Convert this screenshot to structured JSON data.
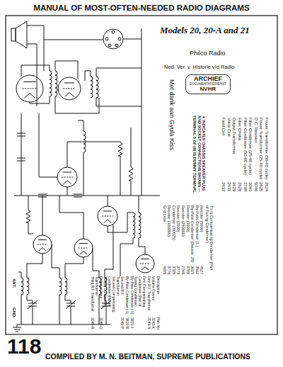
{
  "diagram": {
    "title": "MANUAL OF MOST-OFTEN-NEEDED RADIO DIAGRAMS",
    "nodes": [
      {
        "text": [
          "ARCHIEF",
          "DOCUMENTATIEDIENST",
          "NVHR"
        ]
      }
    ],
    "labels": [
      "Models 20, 20-A and 21",
      "Philco Radio",
      "Ned. Ver. v. Historie v/d Radio",
      "Met dank aan Gyula Kiss",
      "✦ INDICATES CHASSIS SPEAKER PLUG AND SOCKET CONNECTIONS SHOWN — TERMINAL 5 OF (8) IS DUMMY TERMINAL",
      "ANT.",
      "GND.",
      "118",
      "COMPILED BY M. N. BEITMAN, SUPREME PUBLICATIONS",
      "Power Transformer (50-60 cycle)",
      "2624",
      "Power Transformer (25-40 cycle)",
      "2625",
      "D.C. Resistor",
      "5046",
      "Filter Condenser (25-40 cycle)",
      "3093",
      "Filter Condenser (50-60 cycle)",
      "2798",
      "Filter Choke",
      "2628",
      "Output Transformer",
      "2629",
      "Voice Coil",
      "2631",
      "Field Coil",
      "2632",
      "Third Compensating Condenser (Part of Tuning Condenser)",
      "Resistor (5000)",
      "4527",
      "By-Pass Condenser (1.)",
      "3562",
      "By-Pass Condenser (Double .25)",
      "3615",
      "Resistor (1000)",
      "3708",
      "Resistor (250000)",
      "2769",
      "Resistor (2000)",
      "3773",
      "Condenser (.00025)",
      "3705",
      "Resistor (100000)",
      "3776",
      "Grid Leak",
      "4605",
      "Description",
      "Part No.",
      "Volume Control",
      "3043-K",
      "First R.F. Transformer",
      "3049-N",
      "First Compensating Condenser (Part of Tuning Condenser)",
      "By-Pass Condenser (.5)",
      "3615-J",
      "By-Pass Condenser (.1)",
      "3615-B",
      "Second R.F. Transformer",
      "3049-P",
      "Second Compensating Condenser (Part of Tuning Condenser)",
      "Detector Input Transformer",
      "3049-Q",
      "Third R.F. Transformer",
      "3049-R"
    ]
  }
}
